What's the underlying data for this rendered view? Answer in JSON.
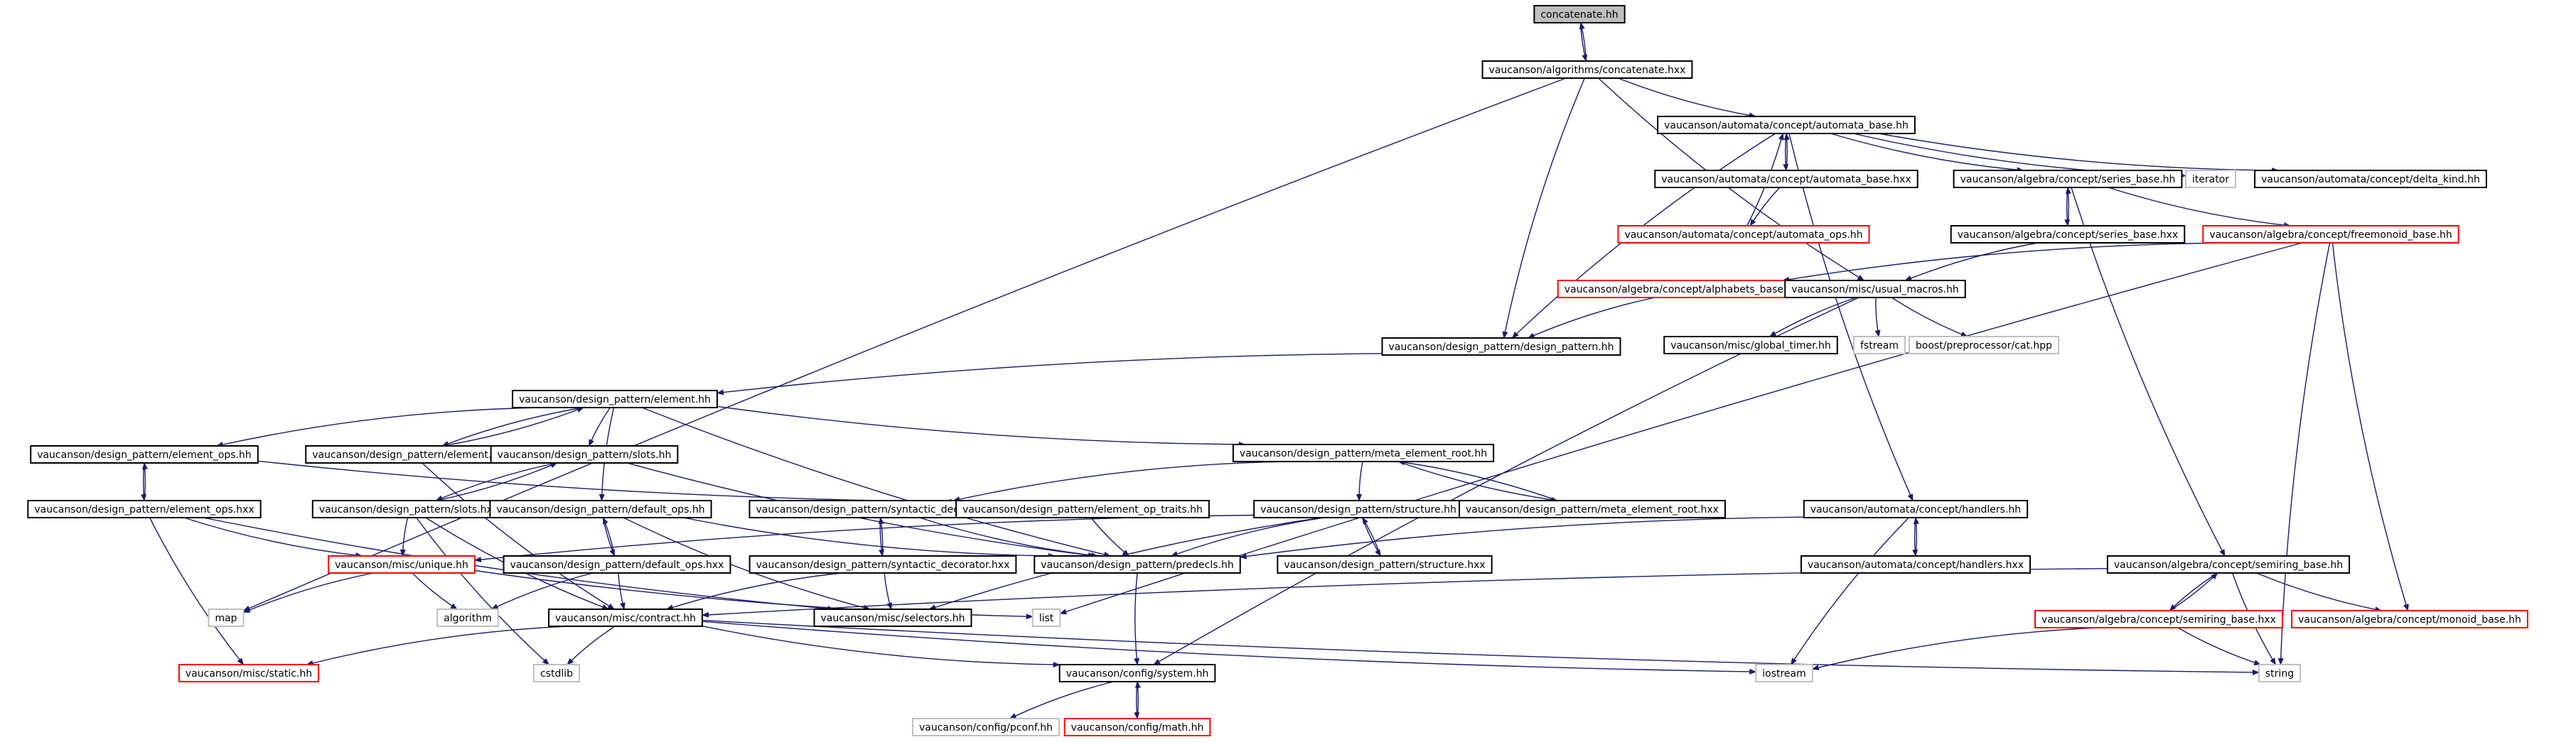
{
  "colors": {
    "edge": "#191970",
    "box_normal": "#000000",
    "box_incomplete": "#ff0000",
    "box_external": "#bfbfbf",
    "box_root_fill": "#bfbfbf",
    "text": "#000000"
  },
  "nodes": [
    {
      "id": "concatenate_hh",
      "label": "concatenate.hh",
      "kind": "root"
    },
    {
      "id": "concatenate_hxx",
      "label": "vaucanson/algorithms/concatenate.hxx",
      "kind": "normal"
    },
    {
      "id": "automata_base_hh",
      "label": "vaucanson/automata/concept/automata_base.hh",
      "kind": "normal"
    },
    {
      "id": "automata_base_hxx",
      "label": "vaucanson/automata/concept/automata_base.hxx",
      "kind": "normal"
    },
    {
      "id": "automata_ops_hh",
      "label": "vaucanson/automata/concept/automata_ops.hh",
      "kind": "incomplete"
    },
    {
      "id": "series_base_hh",
      "label": "vaucanson/algebra/concept/series_base.hh",
      "kind": "normal"
    },
    {
      "id": "iterator",
      "label": "iterator",
      "kind": "external"
    },
    {
      "id": "delta_kind_hh",
      "label": "vaucanson/automata/concept/delta_kind.hh",
      "kind": "normal"
    },
    {
      "id": "series_base_hxx",
      "label": "vaucanson/algebra/concept/series_base.hxx",
      "kind": "normal"
    },
    {
      "id": "freemonoid_base_hh",
      "label": "vaucanson/algebra/concept/freemonoid_base.hh",
      "kind": "incomplete"
    },
    {
      "id": "alphabets_base_hh",
      "label": "vaucanson/algebra/concept/alphabets_base.hh",
      "kind": "incomplete"
    },
    {
      "id": "usual_macros_hh",
      "label": "vaucanson/misc/usual_macros.hh",
      "kind": "normal"
    },
    {
      "id": "design_pattern_hh",
      "label": "vaucanson/design_pattern/design_pattern.hh",
      "kind": "normal"
    },
    {
      "id": "global_timer_hh",
      "label": "vaucanson/misc/global_timer.hh",
      "kind": "normal"
    },
    {
      "id": "fstream",
      "label": "fstream",
      "kind": "external"
    },
    {
      "id": "cat_hpp",
      "label": "boost/preprocessor/cat.hpp",
      "kind": "external"
    },
    {
      "id": "element_hh",
      "label": "vaucanson/design_pattern/element.hh",
      "kind": "normal"
    },
    {
      "id": "element_ops_hh",
      "label": "vaucanson/design_pattern/element_ops.hh",
      "kind": "normal"
    },
    {
      "id": "element_hxx",
      "label": "vaucanson/design_pattern/element.hxx",
      "kind": "normal"
    },
    {
      "id": "slots_hh",
      "label": "vaucanson/design_pattern/slots.hh",
      "kind": "normal"
    },
    {
      "id": "meta_element_root_hh",
      "label": "vaucanson/design_pattern/meta_element_root.hh",
      "kind": "normal"
    },
    {
      "id": "element_ops_hxx",
      "label": "vaucanson/design_pattern/element_ops.hxx",
      "kind": "normal"
    },
    {
      "id": "slots_hxx",
      "label": "vaucanson/design_pattern/slots.hxx",
      "kind": "normal"
    },
    {
      "id": "default_ops_hh",
      "label": "vaucanson/design_pattern/default_ops.hh",
      "kind": "normal"
    },
    {
      "id": "syntactic_decorator_hh",
      "label": "vaucanson/design_pattern/syntactic_decorator.hh",
      "kind": "normal"
    },
    {
      "id": "element_op_traits_hh",
      "label": "vaucanson/design_pattern/element_op_traits.hh",
      "kind": "normal"
    },
    {
      "id": "structure_hh",
      "label": "vaucanson/design_pattern/structure.hh",
      "kind": "normal"
    },
    {
      "id": "meta_element_root_hxx",
      "label": "vaucanson/design_pattern/meta_element_root.hxx",
      "kind": "normal"
    },
    {
      "id": "handlers_hh",
      "label": "vaucanson/automata/concept/handlers.hh",
      "kind": "normal"
    },
    {
      "id": "unique_hh",
      "label": "vaucanson/misc/unique.hh",
      "kind": "incomplete"
    },
    {
      "id": "default_ops_hxx",
      "label": "vaucanson/design_pattern/default_ops.hxx",
      "kind": "normal"
    },
    {
      "id": "syntactic_decorator_hxx",
      "label": "vaucanson/design_pattern/syntactic_decorator.hxx",
      "kind": "normal"
    },
    {
      "id": "predecls_hh",
      "label": "vaucanson/design_pattern/predecls.hh",
      "kind": "normal"
    },
    {
      "id": "structure_hxx",
      "label": "vaucanson/design_pattern/structure.hxx",
      "kind": "normal"
    },
    {
      "id": "handlers_hxx",
      "label": "vaucanson/automata/concept/handlers.hxx",
      "kind": "normal"
    },
    {
      "id": "semiring_base_hh",
      "label": "vaucanson/algebra/concept/semiring_base.hh",
      "kind": "normal"
    },
    {
      "id": "map",
      "label": "map",
      "kind": "external"
    },
    {
      "id": "algorithm",
      "label": "algorithm",
      "kind": "external"
    },
    {
      "id": "contract_hh",
      "label": "vaucanson/misc/contract.hh",
      "kind": "normal"
    },
    {
      "id": "selectors_hh",
      "label": "vaucanson/misc/selectors.hh",
      "kind": "normal"
    },
    {
      "id": "list",
      "label": "list",
      "kind": "external"
    },
    {
      "id": "semiring_base_hxx",
      "label": "vaucanson/algebra/concept/semiring_base.hxx",
      "kind": "incomplete"
    },
    {
      "id": "monoid_base_hh",
      "label": "vaucanson/algebra/concept/monoid_base.hh",
      "kind": "incomplete"
    },
    {
      "id": "static_hh",
      "label": "vaucanson/misc/static.hh",
      "kind": "incomplete"
    },
    {
      "id": "cstdlib",
      "label": "cstdlib",
      "kind": "external"
    },
    {
      "id": "system_hh",
      "label": "vaucanson/config/system.hh",
      "kind": "normal"
    },
    {
      "id": "iostream",
      "label": "iostream",
      "kind": "external"
    },
    {
      "id": "string",
      "label": "string",
      "kind": "external"
    },
    {
      "id": "pconf_hh",
      "label": "vaucanson/config/pconf.hh",
      "kind": "external"
    },
    {
      "id": "math_hh",
      "label": "vaucanson/config/math.hh",
      "kind": "incomplete"
    }
  ],
  "edges": [
    [
      "concatenate_hh",
      "concatenate_hxx"
    ],
    [
      "concatenate_hxx",
      "concatenate_hh"
    ],
    [
      "concatenate_hxx",
      "automata_base_hh"
    ],
    [
      "concatenate_hxx",
      "design_pattern_hh"
    ],
    [
      "concatenate_hxx",
      "map"
    ],
    [
      "concatenate_hxx",
      "usual_macros_hh"
    ],
    [
      "automata_base_hh",
      "automata_base_hxx"
    ],
    [
      "automata_base_hh",
      "series_base_hh"
    ],
    [
      "automata_base_hh",
      "iterator"
    ],
    [
      "automata_base_hh",
      "delta_kind_hh"
    ],
    [
      "automata_base_hh",
      "design_pattern_hh"
    ],
    [
      "automata_base_hh",
      "handlers_hh"
    ],
    [
      "automata_base_hxx",
      "automata_base_hh"
    ],
    [
      "automata_base_hxx",
      "automata_ops_hh"
    ],
    [
      "automata_ops_hh",
      "automata_base_hh"
    ],
    [
      "series_base_hh",
      "series_base_hxx"
    ],
    [
      "series_base_hh",
      "freemonoid_base_hh"
    ],
    [
      "series_base_hh",
      "semiring_base_hh"
    ],
    [
      "series_base_hxx",
      "series_base_hh"
    ],
    [
      "series_base_hxx",
      "usual_macros_hh"
    ],
    [
      "freemonoid_base_hh",
      "alphabets_base_hh"
    ],
    [
      "freemonoid_base_hh",
      "monoid_base_hh"
    ],
    [
      "freemonoid_base_hh",
      "string"
    ],
    [
      "freemonoid_base_hh",
      "list"
    ],
    [
      "alphabets_base_hh",
      "design_pattern_hh"
    ],
    [
      "usual_macros_hh",
      "global_timer_hh"
    ],
    [
      "usual_macros_hh",
      "fstream"
    ],
    [
      "usual_macros_hh",
      "cat_hpp"
    ],
    [
      "usual_macros_hh",
      "system_hh"
    ],
    [
      "design_pattern_hh",
      "element_hh"
    ],
    [
      "element_hh",
      "element_ops_hh"
    ],
    [
      "element_hh",
      "element_hxx"
    ],
    [
      "element_hh",
      "slots_hh"
    ],
    [
      "element_hh",
      "meta_element_root_hh"
    ],
    [
      "element_hh",
      "default_ops_hh"
    ],
    [
      "element_hh",
      "predecls_hh"
    ],
    [
      "element_hxx",
      "element_hh"
    ],
    [
      "element_hxx",
      "contract_hh"
    ],
    [
      "element_ops_hh",
      "element_ops_hxx"
    ],
    [
      "element_ops_hh",
      "element_op_traits_hh"
    ],
    [
      "element_ops_hxx",
      "element_ops_hh"
    ],
    [
      "element_ops_hxx",
      "unique_hh"
    ],
    [
      "element_ops_hxx",
      "static_hh"
    ],
    [
      "element_ops_hxx",
      "selectors_hh"
    ],
    [
      "slots_hh",
      "slots_hxx"
    ],
    [
      "slots_hh",
      "predecls_hh"
    ],
    [
      "slots_hxx",
      "slots_hh"
    ],
    [
      "slots_hxx",
      "contract_hh"
    ],
    [
      "slots_hxx",
      "unique_hh"
    ],
    [
      "slots_hxx",
      "cstdlib"
    ],
    [
      "meta_element_root_hh",
      "meta_element_root_hxx"
    ],
    [
      "meta_element_root_hh",
      "structure_hh"
    ],
    [
      "meta_element_root_hh",
      "syntactic_decorator_hh"
    ],
    [
      "meta_element_root_hxx",
      "meta_element_root_hh"
    ],
    [
      "default_ops_hh",
      "default_ops_hxx"
    ],
    [
      "default_ops_hh",
      "predecls_hh"
    ],
    [
      "default_ops_hh",
      "selectors_hh"
    ],
    [
      "default_ops_hxx",
      "default_ops_hh"
    ],
    [
      "default_ops_hxx",
      "contract_hh"
    ],
    [
      "default_ops_hxx",
      "algorithm"
    ],
    [
      "syntactic_decorator_hh",
      "syntactic_decorator_hxx"
    ],
    [
      "syntactic_decorator_hh",
      "predecls_hh"
    ],
    [
      "syntactic_decorator_hxx",
      "syntactic_decorator_hh"
    ],
    [
      "syntactic_decorator_hxx",
      "selectors_hh"
    ],
    [
      "syntactic_decorator_hxx",
      "contract_hh"
    ],
    [
      "element_op_traits_hh",
      "predecls_hh"
    ],
    [
      "structure_hh",
      "structure_hxx"
    ],
    [
      "structure_hh",
      "predecls_hh"
    ],
    [
      "structure_hh",
      "unique_hh"
    ],
    [
      "structure_hh",
      "selectors_hh"
    ],
    [
      "structure_hxx",
      "structure_hh"
    ],
    [
      "handlers_hh",
      "handlers_hxx"
    ],
    [
      "handlers_hh",
      "predecls_hh"
    ],
    [
      "handlers_hh",
      "iostream"
    ],
    [
      "handlers_hxx",
      "handlers_hh"
    ],
    [
      "unique_hh",
      "map"
    ],
    [
      "unique_hh",
      "list"
    ],
    [
      "unique_hh",
      "algorithm"
    ],
    [
      "predecls_hh",
      "system_hh"
    ],
    [
      "semiring_base_hh",
      "semiring_base_hxx"
    ],
    [
      "semiring_base_hh",
      "monoid_base_hh"
    ],
    [
      "semiring_base_hh",
      "string"
    ],
    [
      "semiring_base_hh",
      "contract_hh"
    ],
    [
      "semiring_base_hxx",
      "semiring_base_hh"
    ],
    [
      "semiring_base_hxx",
      "iostream"
    ],
    [
      "semiring_base_hxx",
      "string"
    ],
    [
      "contract_hh",
      "static_hh"
    ],
    [
      "contract_hh",
      "cstdlib"
    ],
    [
      "contract_hh",
      "system_hh"
    ],
    [
      "contract_hh",
      "string"
    ],
    [
      "contract_hh",
      "iostream"
    ],
    [
      "system_hh",
      "pconf_hh"
    ],
    [
      "system_hh",
      "math_hh"
    ],
    [
      "math_hh",
      "system_hh"
    ]
  ]
}
